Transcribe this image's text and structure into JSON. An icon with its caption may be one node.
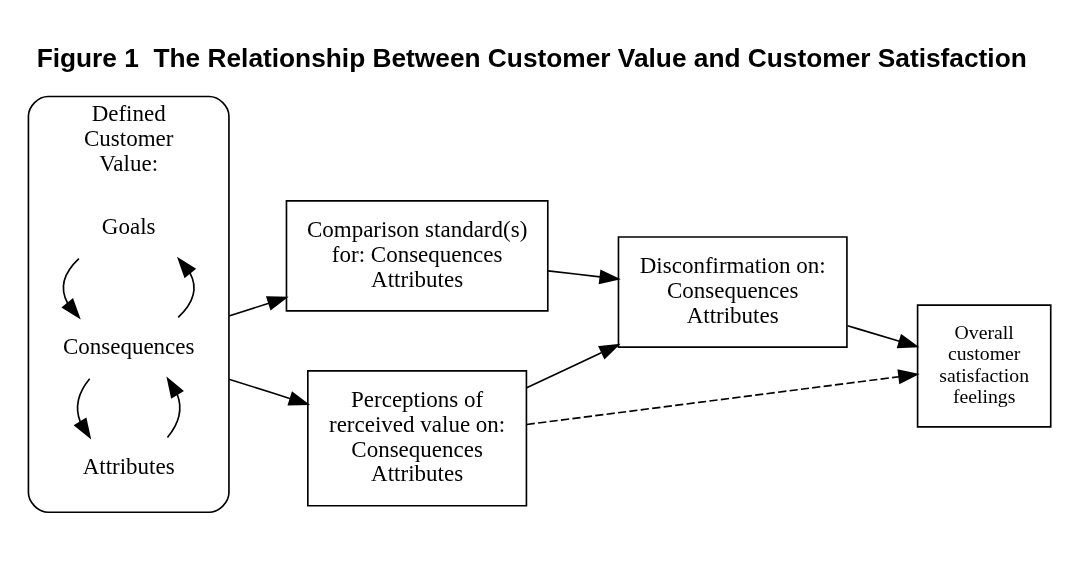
{
  "diagram": {
    "title": "Figure 1  The Relationship Between Customer Value and Customer Satisfaction",
    "nodes": [
      {
        "text": [
          "Defined Customer Value:"
        ]
      },
      {
        "text": [
          "Goals"
        ],
        "in": 0
      },
      {
        "text": [
          "Consequences"
        ],
        "in": 0
      },
      {
        "text": [
          "Attributes"
        ],
        "in": 0
      },
      {
        "text": [
          "Perceptions of  rerceived value on: Consequences Attributes"
        ]
      },
      {
        "text": [
          "Comparison standard(s) for: Consequences Attributes"
        ]
      },
      {
        "text": [
          "Disconfirmation on: Consequences Attributes"
        ]
      },
      {
        "text": [
          "Overall customer satisfaction feelings"
        ]
      }
    ],
    "edges": [
      {
        "from": 2,
        "to": 1,
        "arrow": "to"
      },
      {
        "from": 1,
        "to": 2,
        "arrow": "to"
      },
      {
        "from": 3,
        "to": 2,
        "arrow": "to"
      },
      {
        "from": 2,
        "to": 3,
        "arrow": "to"
      },
      {
        "from": 0,
        "to": 4,
        "arrow": "to"
      },
      {
        "from": 0,
        "to": 5,
        "arrow": "to"
      },
      {
        "from": 4,
        "to": 6,
        "arrow": "to"
      },
      {
        "from": 5,
        "to": 6,
        "arrow": "to"
      },
      {
        "from": 6,
        "to": 7,
        "arrow": "to"
      },
      {
        "from": 4,
        "to": 7,
        "arrow": "to",
        "style": "dashed"
      }
    ]
  }
}
